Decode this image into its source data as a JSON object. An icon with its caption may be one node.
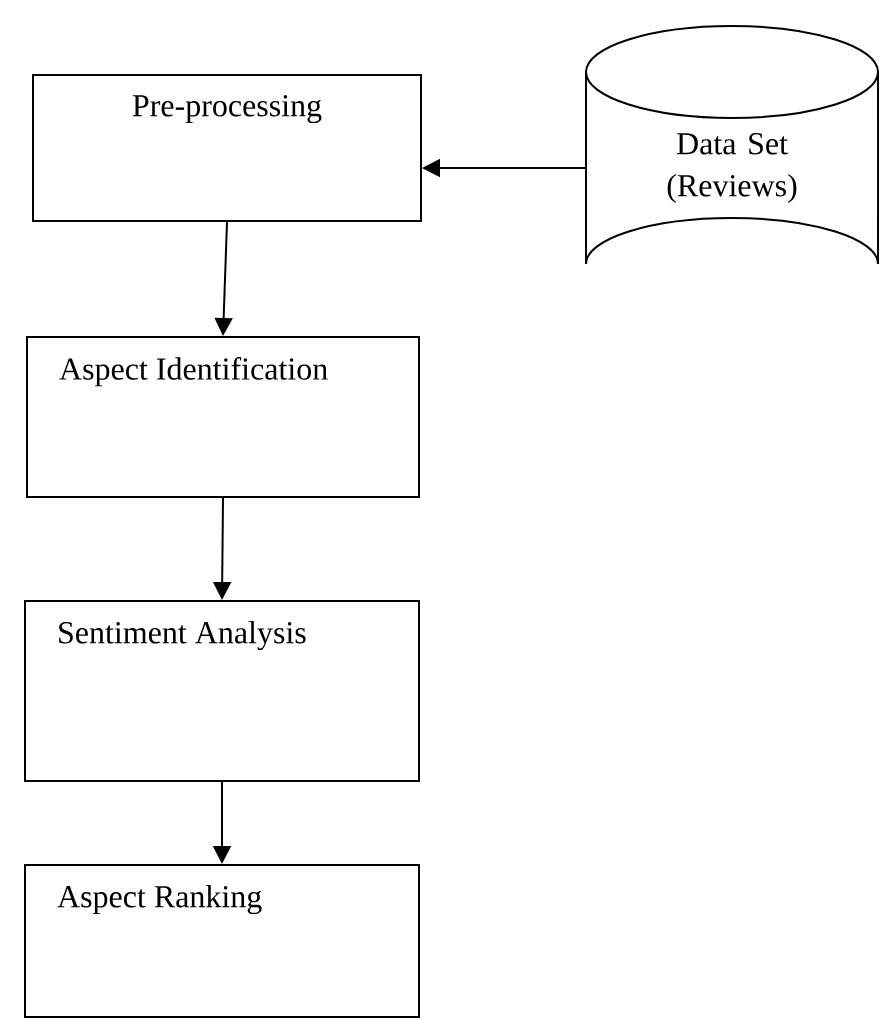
{
  "diagram": {
    "nodes": [
      {
        "text": [
          "Pre-processing"
        ]
      },
      {
        "text": [
          "Aspect Identification"
        ]
      },
      {
        "text": [
          "Sentiment Analysis"
        ]
      },
      {
        "text": [
          "Aspect Ranking"
        ]
      },
      {
        "text": [
          "Data Set (Reviews)"
        ]
      }
    ],
    "edges": [
      {
        "from": 4,
        "to": 0,
        "arrow": "to"
      },
      {
        "from": 0,
        "to": 1,
        "arrow": "to"
      },
      {
        "from": 1,
        "to": 2,
        "arrow": "to"
      },
      {
        "from": 2,
        "to": 3,
        "arrow": "to"
      }
    ]
  }
}
